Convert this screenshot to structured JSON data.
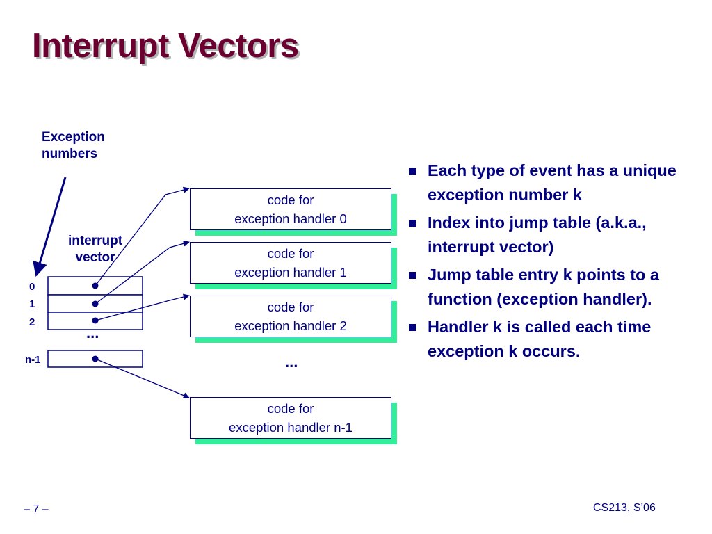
{
  "title": "Interrupt Vectors",
  "diagram": {
    "exception_label": [
      "Exception",
      "numbers"
    ],
    "vector_label": [
      "interrupt",
      "vector"
    ],
    "indices": [
      "0",
      "1",
      "2",
      "n-1"
    ],
    "ellipsis_table": "...",
    "ellipsis_handlers": "...",
    "handlers": [
      {
        "line1": "code for",
        "line2": "exception handler 0"
      },
      {
        "line1": "code for",
        "line2": "exception handler 1"
      },
      {
        "line1": "code for",
        "line2": "exception handler 2"
      },
      {
        "line1": "code for",
        "line2": "exception handler n-1"
      }
    ]
  },
  "bullets": [
    "Each type of event has a unique exception number k",
    "Index into jump table (a.k.a., interrupt vector)",
    "Jump table entry k points to a function (exception handler).",
    "Handler k is called each time exception k occurs."
  ],
  "footer": {
    "left": "– 7 –",
    "right": "CS213, S’06"
  },
  "colors": {
    "title": "#6b0030",
    "text": "#000080",
    "shadow": "#33ee99"
  }
}
